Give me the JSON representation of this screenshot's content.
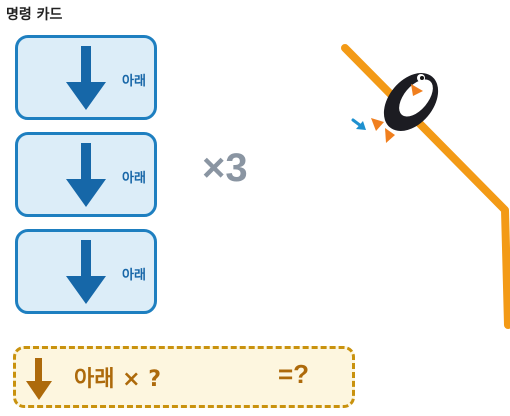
{
  "panel": {
    "title": "명령 카드"
  },
  "cards": [
    {
      "label": "아래",
      "icon": "down-arrow-icon"
    },
    {
      "label": "아래",
      "icon": "down-arrow-icon"
    },
    {
      "label": "아래",
      "icon": "down-arrow-icon"
    }
  ],
  "multiplier": {
    "text": "×3"
  },
  "equation": {
    "text": "아래 × ?",
    "result": "=?"
  },
  "colors": {
    "card_border": "#1e7fc0",
    "card_fill": "#dcedf8",
    "arrow": "#1667a8",
    "track": "#f39a16",
    "equation_accent": "#ad6a0b",
    "equation_border": "#c9920e",
    "multiplier": "#8a95a2"
  }
}
